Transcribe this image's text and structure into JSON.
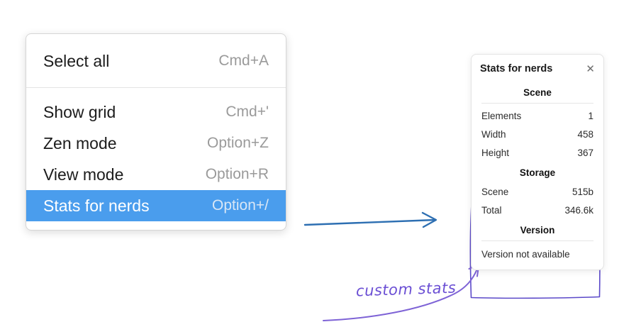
{
  "context_menu": {
    "items": [
      {
        "label": "Select all",
        "shortcut": "Cmd+A",
        "selected": false
      },
      {
        "label": "Show grid",
        "shortcut": "Cmd+'",
        "selected": false
      },
      {
        "label": "Zen mode",
        "shortcut": "Option+Z",
        "selected": false
      },
      {
        "label": "View mode",
        "shortcut": "Option+R",
        "selected": false
      },
      {
        "label": "Stats for nerds",
        "shortcut": "Option+/",
        "selected": true
      }
    ]
  },
  "stats_panel": {
    "title": "Stats for nerds",
    "close_glyph": "✕",
    "sections": [
      {
        "heading": "Scene",
        "rows": [
          [
            "Elements",
            "1"
          ],
          [
            "Width",
            "458"
          ],
          [
            "Height",
            "367"
          ]
        ]
      },
      {
        "heading": "Storage",
        "rows": [
          [
            "Scene",
            "515b"
          ],
          [
            "Total",
            "346.6k"
          ]
        ]
      },
      {
        "heading": "Version",
        "rows": [],
        "note": "Version not available"
      }
    ]
  },
  "annotation": {
    "label": "custom stats"
  },
  "colors": {
    "selected_item_blue": "#4a9ded",
    "pointer_arrow_blue": "#2d6fb2",
    "annotation_purple": "#6b4fd4",
    "highlight_box_purple": "#5b49c9"
  }
}
